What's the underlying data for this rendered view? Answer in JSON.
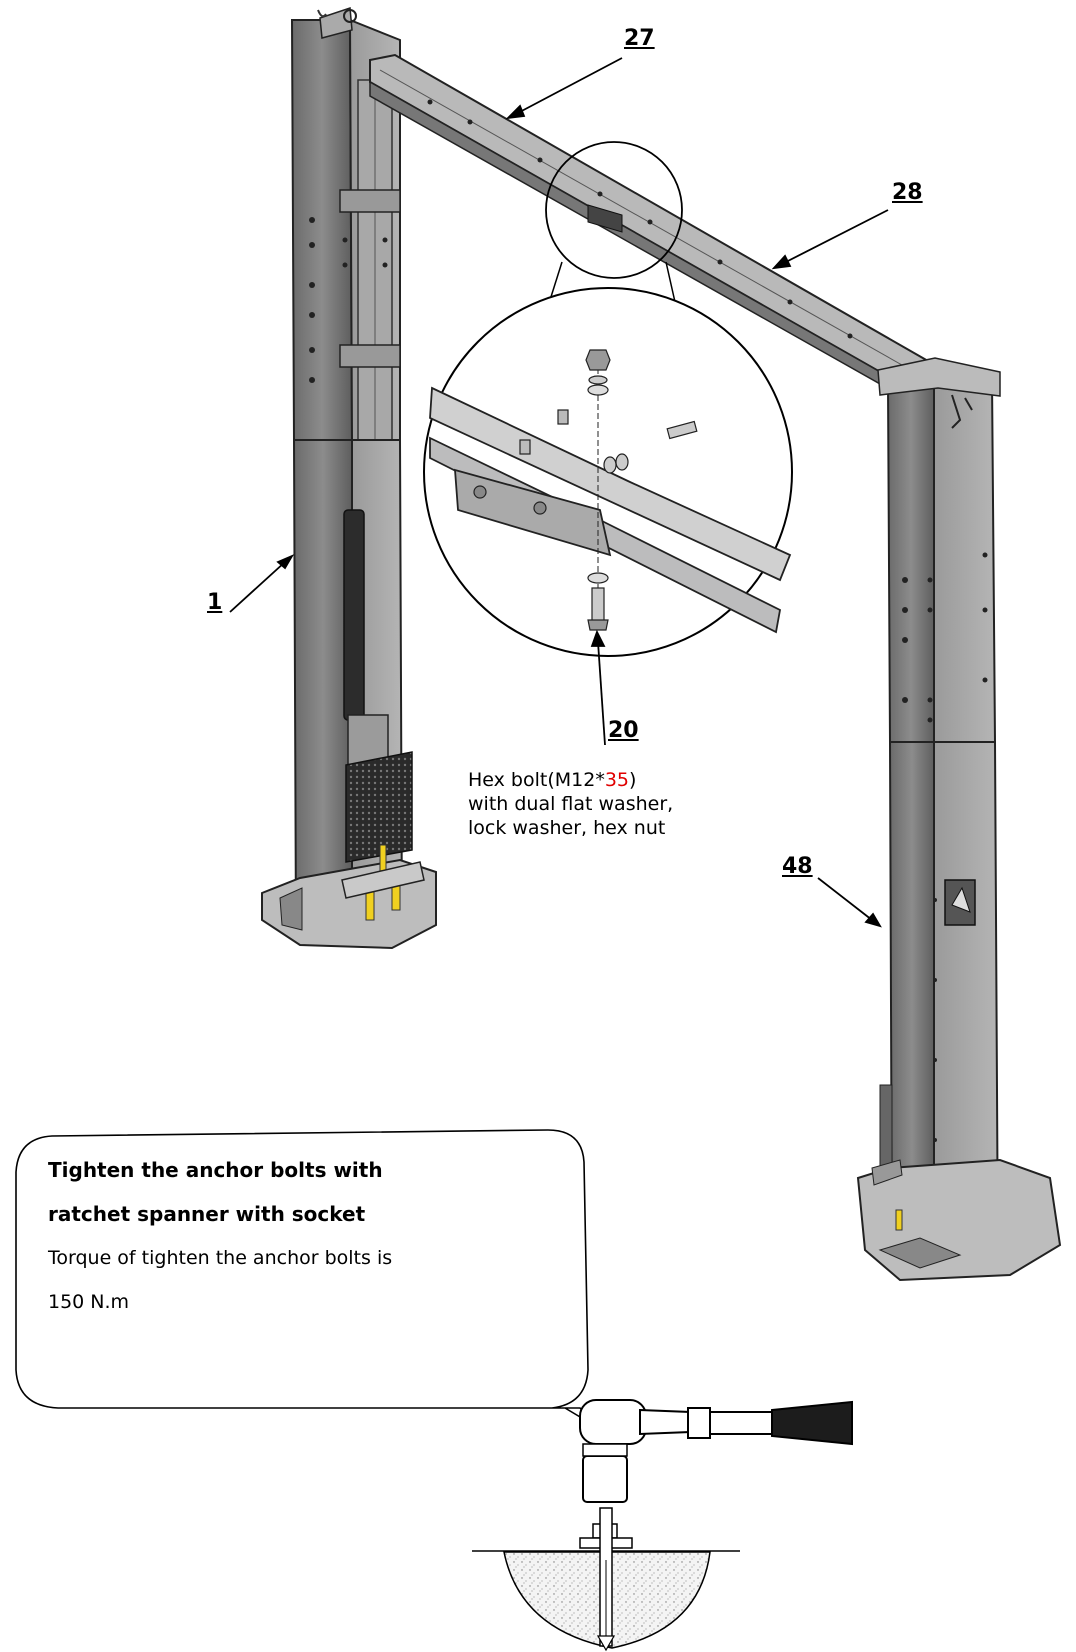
{
  "labels": {
    "part_27": "27",
    "part_28": "28",
    "part_1": "1",
    "part_20": "20",
    "part_48": "48"
  },
  "bolt_note": {
    "line1_prefix": "Hex bolt(M12*",
    "line1_red": "35",
    "line1_suffix": ")",
    "line2": "with dual flat washer,",
    "line3": "lock washer, hex nut"
  },
  "callout": {
    "line1": "Tighten the anchor bolts with",
    "line2": "ratchet spanner with socket",
    "line3": "Torque of tighten the anchor bolts is",
    "line4": "150 N.m"
  },
  "colors": {
    "steel_dark": "#5a5a5a",
    "steel_mid": "#8a8a8a",
    "steel_light": "#b8b8b8",
    "accent_yellow": "#f0d020",
    "note_red": "#e00000"
  }
}
